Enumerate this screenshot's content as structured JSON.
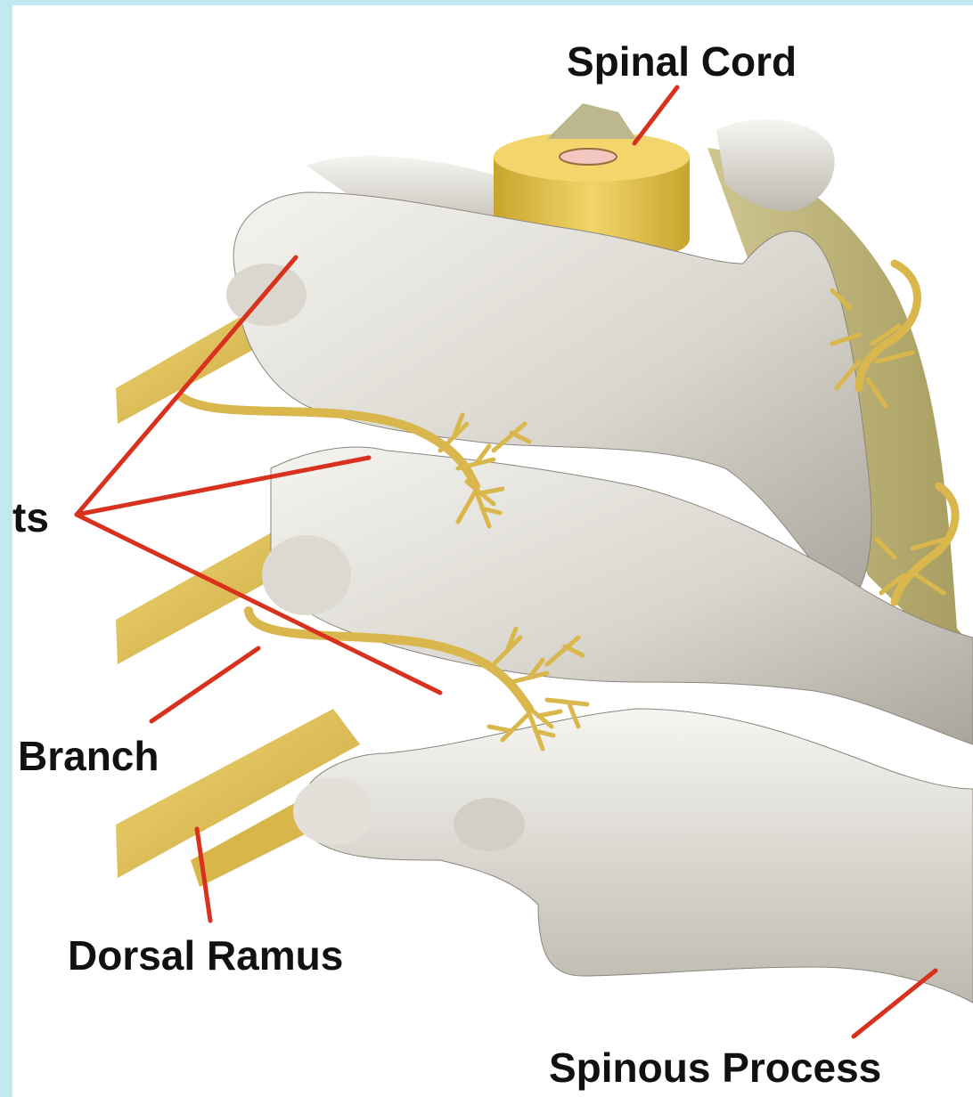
{
  "labels": {
    "spinal_cord": "Spinal Cord",
    "facet_joints_partial": "ts",
    "medial_branch_partial": "Branch",
    "dorsal_ramus": "Dorsal Ramus",
    "spinous_process": "Spinous Process"
  },
  "colors": {
    "background_border": "#bfeaf0",
    "bone": "#e8e6e0",
    "bone_shadow": "#a9a59b",
    "nerve": "#e2c35a",
    "nerve_dark": "#b99a33",
    "cord_center": "#f3c8c0",
    "leader_line": "#d8321e"
  }
}
